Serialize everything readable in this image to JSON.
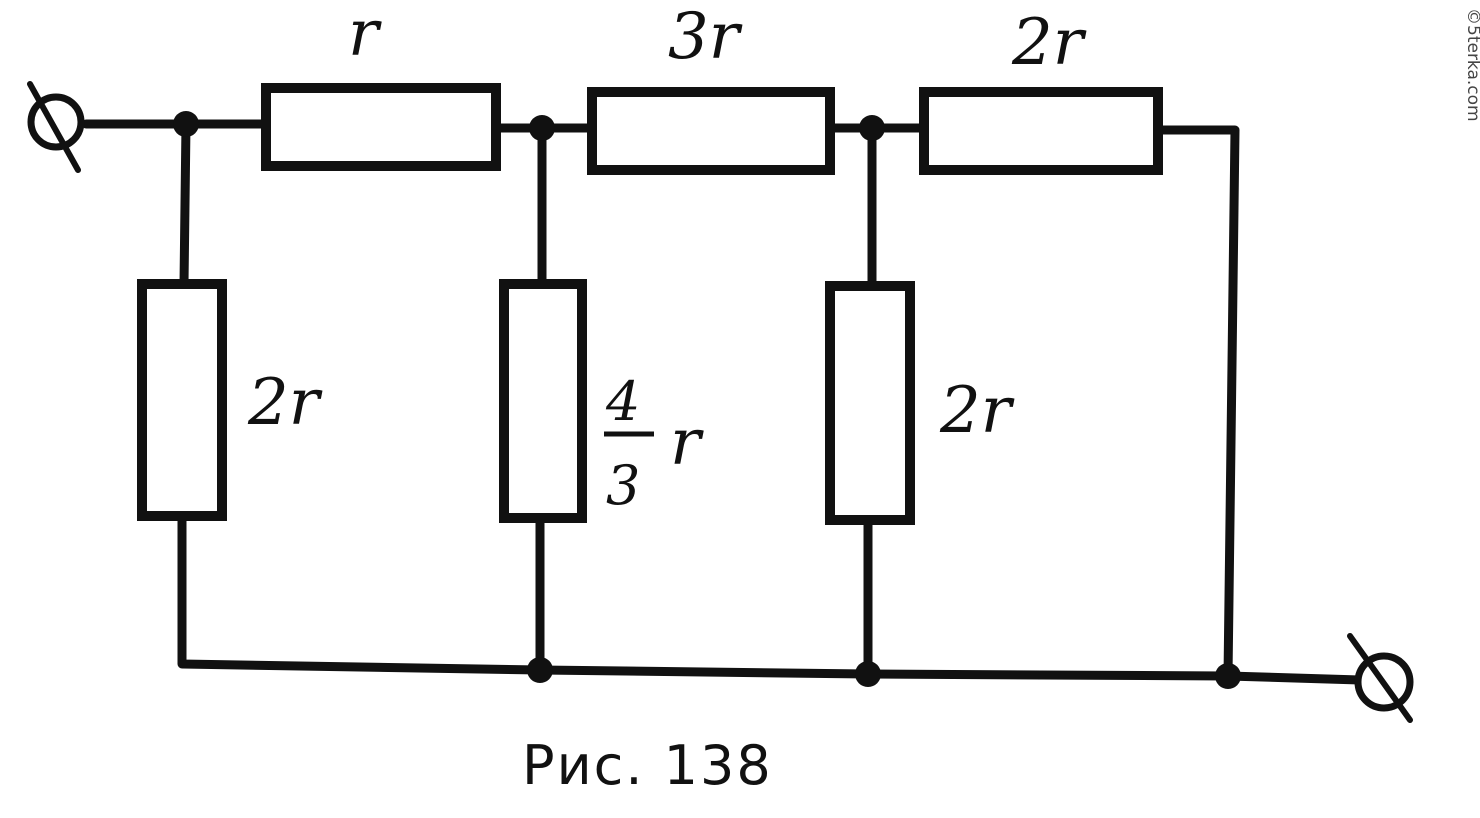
{
  "resistors": {
    "top_left": "r",
    "top_middle": "3r",
    "top_right": "2r",
    "vertical_left": "2r",
    "vertical_middle": {
      "numerator": "4",
      "denominator": "3",
      "unit": "r"
    },
    "vertical_right": "2r"
  },
  "caption": "Рис. 138",
  "watermark": "©5terka.com",
  "colors": {
    "ink": "#111111",
    "background": "#ffffff"
  }
}
